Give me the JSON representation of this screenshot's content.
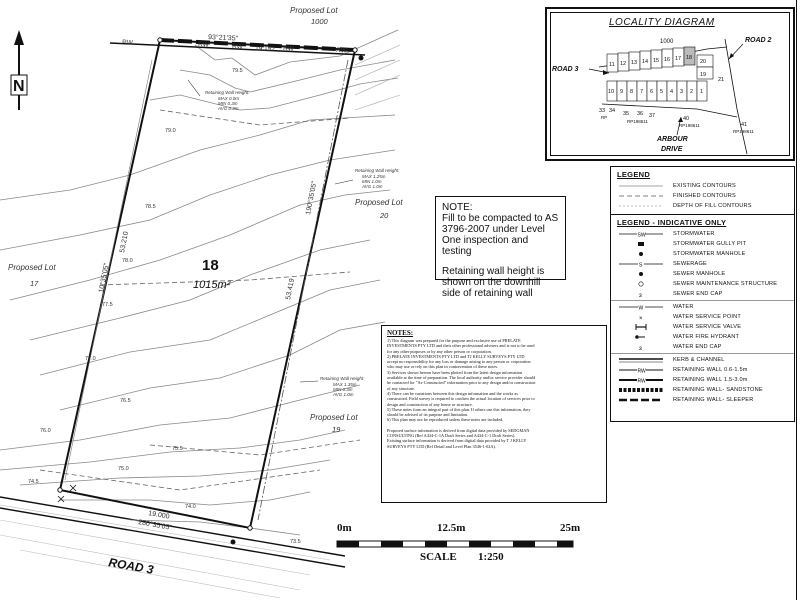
{
  "proposed_lots": {
    "north": {
      "label": "Proposed Lot",
      "number": "1000"
    },
    "east": {
      "label": "Proposed Lot",
      "number": "20"
    },
    "west": {
      "label": "Proposed Lot",
      "number": "17"
    },
    "south_east": {
      "label": "Proposed Lot",
      "number": "19"
    }
  },
  "subject_lot": {
    "number": "18",
    "area": "1015m²"
  },
  "road": "ROAD 3",
  "north_arrow": "N",
  "bearings": {
    "north_boundary": "93°21'35\"",
    "north_dim": "19.152",
    "west": "10°35'05\"",
    "west_dim": "53.210",
    "east": "190°35'05\"",
    "east_dim": "53.419",
    "south_dim": "19.000",
    "south": "280°35'05\""
  },
  "rw_label": "RW",
  "retaining_wall_notes": [
    {
      "title": "Retaining Wall Height:",
      "max": "MAX 0.0m",
      "min": "MIN 0.3m",
      "avg": "AVG 0.3m"
    },
    {
      "title": "Retaining Wall Height:",
      "max": "MAX 1.25m",
      "min": "MIN 1.0m",
      "avg": "AVG 1.0m"
    },
    {
      "title": "Retaining Wall Height:",
      "max": "MAX 1.35m",
      "min": "MIN 0.3m",
      "avg": "AVG 1.0m"
    }
  ],
  "contour_labels": [
    "79.5",
    "79.0",
    "78.5",
    "78.0",
    "77.5",
    "77.0",
    "76.5",
    "76.0",
    "75.5",
    "75.0",
    "74.5",
    "74.0",
    "73.5"
  ],
  "fill_note": {
    "heading": "NOTE:",
    "body": "Fill to be compacted to AS 3796-2007 under Level One inspection and testing",
    "body2": "Retaining wall height is shown on the downhill side of retaining wall"
  },
  "notes": {
    "heading": "NOTES:",
    "lines": [
      "1) This diagram was prepared for the purpose and exclusive use of PRELATE",
      "INVESTMENTS PTY LTD and their other professional advisers and is not to be used",
      "for any other purposes or by any other person or corporation.",
      "2) PRELATE INVESTMENTS PTY LTD and TJ KELLY SURVEYS PTY LTD",
      "accept no responsibility for any loss or damage arising to any person or corporation",
      "who may use or rely on this plan in contravention of these notes.",
      "3) Services shown hereon have been plotted from the latest design information",
      "available at the time of preparation. The local authority and/or service provider should",
      "be contacted for \"As-Constructed\" information prior to any design and/or construction",
      "of any structure.",
      "4) There can be variations between this design information and the works as",
      "constructed. Field survey is required to confirm the actual location of services prior to",
      "design and construction of any house or structure.",
      "5) These notes form an integral part of this plan. If others use this information, they",
      "should be advised of its purpose and limitation.",
      "6) This plan may not be reproduced unless these notes are included."
    ],
    "source_lines": [
      "Proposed surface information is derived from digital data provided by SEDGMAN",
      "CONSULTING (Ref A434-C-1A Draft Series and A434-C-1 Draft Series).",
      "Existing surface information is derived from digital data provided by T J KELLY",
      "SURVEYS PTY LTD (Ref Detail and Level Plan 3546-1-02A)."
    ]
  },
  "legend": {
    "title": "LEGEND",
    "items_a": [
      "EXISTING CONTOURS",
      "FINISHED CONTOURS",
      "DEPTH OF FILL CONTOURS"
    ],
    "title2": "LEGEND - INDICATIVE ONLY",
    "items_b": [
      "STORMWATER",
      "STORMWATER GULLY PIT",
      "STORMWATER MANHOLE",
      "SEWERAGE",
      "SEWER MANHOLE",
      "SEWER MAINTENANCE STRUCTURE",
      "SEWER END CAP",
      "WATER",
      "WATER SERVICE POINT",
      "WATER SERVICE VALVE",
      "WATER FIRE HYDRANT",
      "WATER END CAP",
      "KERB & CHANNEL",
      "RETAINING WALL 0.6-1.5m",
      "RETAINING WALL 1.5-3.0m",
      "RETAINING WALL- SANDSTONE",
      "RETAINING WALL- SLEEPER"
    ],
    "sym_labels": {
      "sw": "SW",
      "s": "S",
      "w": "W",
      "rw": "RW"
    }
  },
  "locality": {
    "title": "LOCALITY DIAGRAM",
    "road2": "ROAD 2",
    "road3": "ROAD 3",
    "arbour": "ARBOUR",
    "drive": "DRIVE",
    "lot1000": "1000",
    "top_lots": [
      "11",
      "12",
      "13",
      "14",
      "15",
      "16",
      "17",
      "18"
    ],
    "lot20": "20",
    "lot19": "19",
    "lot21": "21",
    "bottom_lots": [
      "10",
      "9",
      "8",
      "7",
      "6",
      "5",
      "4",
      "3",
      "2",
      "1"
    ],
    "lot33": "33",
    "lot34": "34",
    "lot35": "35",
    "lot36": "36",
    "lot37": "37",
    "lot40": "40",
    "lot41": "41",
    "rp": "RP",
    "rp1": "RP198611",
    "rp2": "RP198611",
    "rp3": "RP198611"
  },
  "scale": {
    "t0": "0m",
    "t1": "12.5m",
    "t2": "25m",
    "label": "SCALE",
    "ratio": "1:250"
  }
}
